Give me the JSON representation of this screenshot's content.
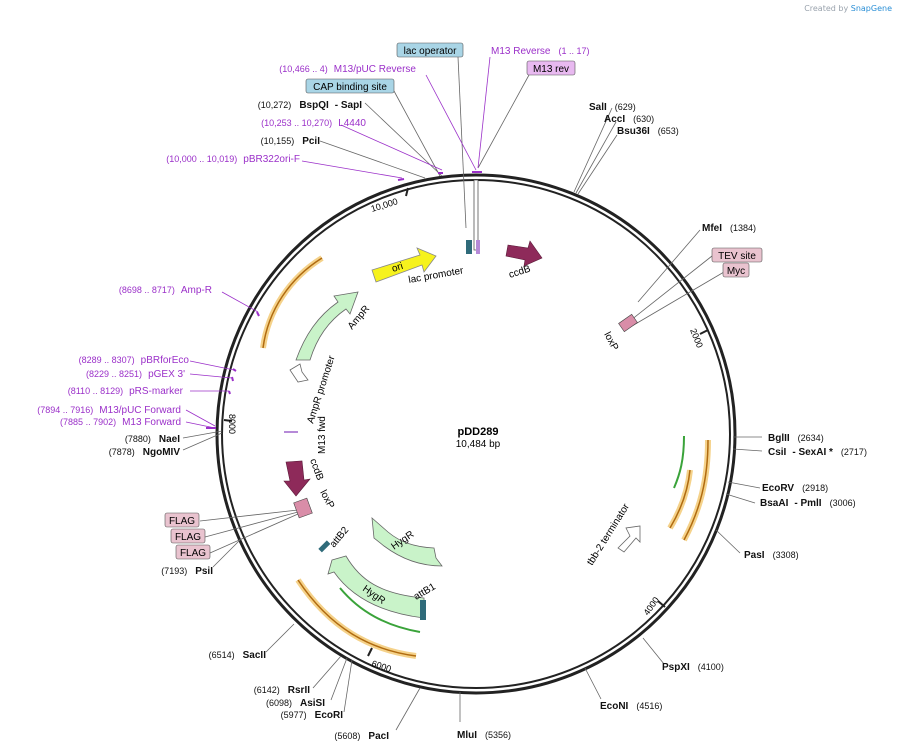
{
  "credit": {
    "prefix": "Created by",
    "brand": "SnapGene"
  },
  "plasmid": {
    "name": "pDD289",
    "length": "10,484 bp"
  },
  "colors": {
    "backbone": "#222222",
    "enzyme_line": "#555555",
    "primer": "#9b30c9",
    "ccdB": "#8e2a5a",
    "ori": "#f6f21d",
    "ampR": "#c9f3c9",
    "hygR": "#c9f3c9",
    "orange_feature": "#e8a63a",
    "green_feature": "#3aa33a",
    "lac_operator_box": "#a9d5e6",
    "tag_box": "#e9c3cf",
    "m13rev_box": "#e8b9f0"
  },
  "ticks": [
    "10,000",
    "2000",
    "4000",
    "6000",
    "8000"
  ],
  "enzymes": [
    {
      "name": "SalI",
      "pos": "(629)"
    },
    {
      "name": "AccI",
      "pos": "(630)"
    },
    {
      "name": "Bsu36I",
      "pos": "(653)"
    },
    {
      "name": "MfeI",
      "pos": "(1384)"
    },
    {
      "name": "BglII",
      "pos": "(2634)"
    },
    {
      "name": "CsiI",
      "extra": "- SexAI *",
      "pos": "(2717)"
    },
    {
      "name": "EcoRV",
      "pos": "(2918)"
    },
    {
      "name": "BsaAI",
      "extra": "- PmlI",
      "pos": "(3006)"
    },
    {
      "name": "PasI",
      "pos": "(3308)"
    },
    {
      "name": "PspXI",
      "pos": "(4100)"
    },
    {
      "name": "EcoNI",
      "pos": "(4516)"
    },
    {
      "name": "MluI",
      "pos": "(5356)"
    },
    {
      "name": "PacI",
      "pos": "(5608)"
    },
    {
      "name": "EcoRI",
      "pos": "(5977)"
    },
    {
      "name": "AsiSI",
      "pos": "(6098)"
    },
    {
      "name": "RsrII",
      "pos": "(6142)"
    },
    {
      "name": "SacII",
      "pos": "(6514)"
    },
    {
      "name": "PsiI",
      "pos": "(7193)"
    },
    {
      "name": "NgoMIV",
      "pos": "(7878)"
    },
    {
      "name": "NaeI",
      "pos": "(7880)"
    },
    {
      "name": "PciI",
      "pos": "(10,155)"
    },
    {
      "name": "BspQI",
      "extra": "- SapI",
      "pos": "(10,272)"
    }
  ],
  "primers": [
    {
      "name": "M13 Reverse",
      "pos": "(1 .. 17)"
    },
    {
      "name": "M13/pUC Reverse",
      "pos": "(10,466 .. 4)"
    },
    {
      "name": "L4440",
      "pos": "(10,253 .. 10,270)"
    },
    {
      "name": "pBR322ori-F",
      "pos": "(10,000 .. 10,019)"
    },
    {
      "name": "Amp-R",
      "pos": "(8698 .. 8717)"
    },
    {
      "name": "pBRforEco",
      "pos": "(8289 .. 8307)"
    },
    {
      "name": "pGEX 3'",
      "pos": "(8229 .. 8251)"
    },
    {
      "name": "pRS-marker",
      "pos": "(8110 .. 8129)"
    },
    {
      "name": "M13/pUC Forward",
      "pos": "(7894 .. 7916)"
    },
    {
      "name": "M13 Forward",
      "pos": "(7885 .. 7902)"
    }
  ],
  "boxed_features": {
    "lac_operator": "lac operator",
    "cap_site": "CAP binding site",
    "m13_rev": "M13 rev",
    "tev_site": "TEV site",
    "myc": "Myc",
    "flag1": "FLAG",
    "flag2": "FLAG",
    "flag3": "FLAG"
  },
  "inner_features": {
    "ori": "ori",
    "lac_promoter": "lac promoter",
    "ccdB_top": "ccdB",
    "ampR": "AmpR",
    "ampR_promoter": "AmpR promoter",
    "m13_fwd": "M13 fwd",
    "ccdB_left": "ccdB",
    "loxP_left": "loxP",
    "attB2": "attB2",
    "hygR_1": "HygR",
    "hygR_2": "HygR",
    "attB1": "attB1",
    "loxP_right": "loxP",
    "tbb2": "tbb-2 terminator"
  }
}
